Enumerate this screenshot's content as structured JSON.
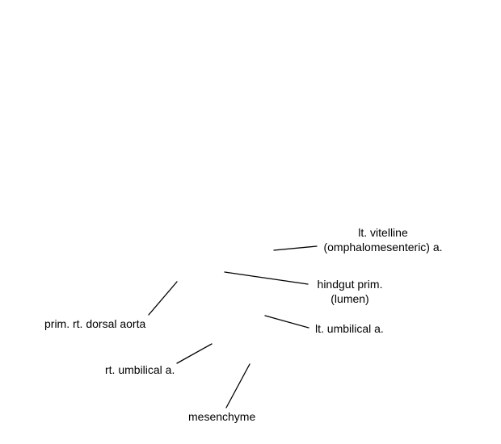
{
  "colors": {
    "background": "#ffffff",
    "text": "#000000",
    "leader_line": "#000000"
  },
  "labels": {
    "lt_vitelline": {
      "line1": "lt. vitelline",
      "line2": "(omphalomesenteric) a."
    },
    "hindgut": {
      "line1": "hindgut prim.",
      "line2": "(lumen)"
    },
    "lt_umbilical": "lt. umbilical a.",
    "prim_rt_dorsal_aorta": "prim. rt. dorsal aorta",
    "rt_umbilical": "rt. umbilical a.",
    "mesenchyme": "mesenchyme"
  }
}
